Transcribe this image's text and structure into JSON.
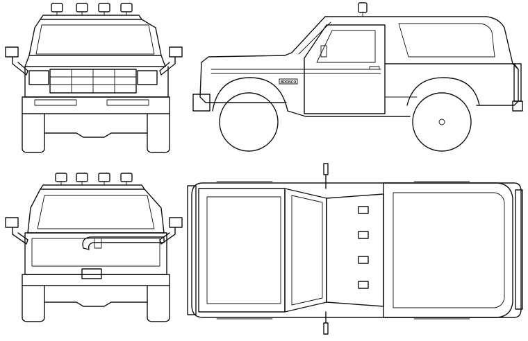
{
  "drawing": {
    "line_color": "#111111",
    "background_color": "#ffffff",
    "views": [
      "front-view",
      "side-view",
      "rear-view",
      "top-view"
    ],
    "side_badge_text": "BRONCO"
  }
}
